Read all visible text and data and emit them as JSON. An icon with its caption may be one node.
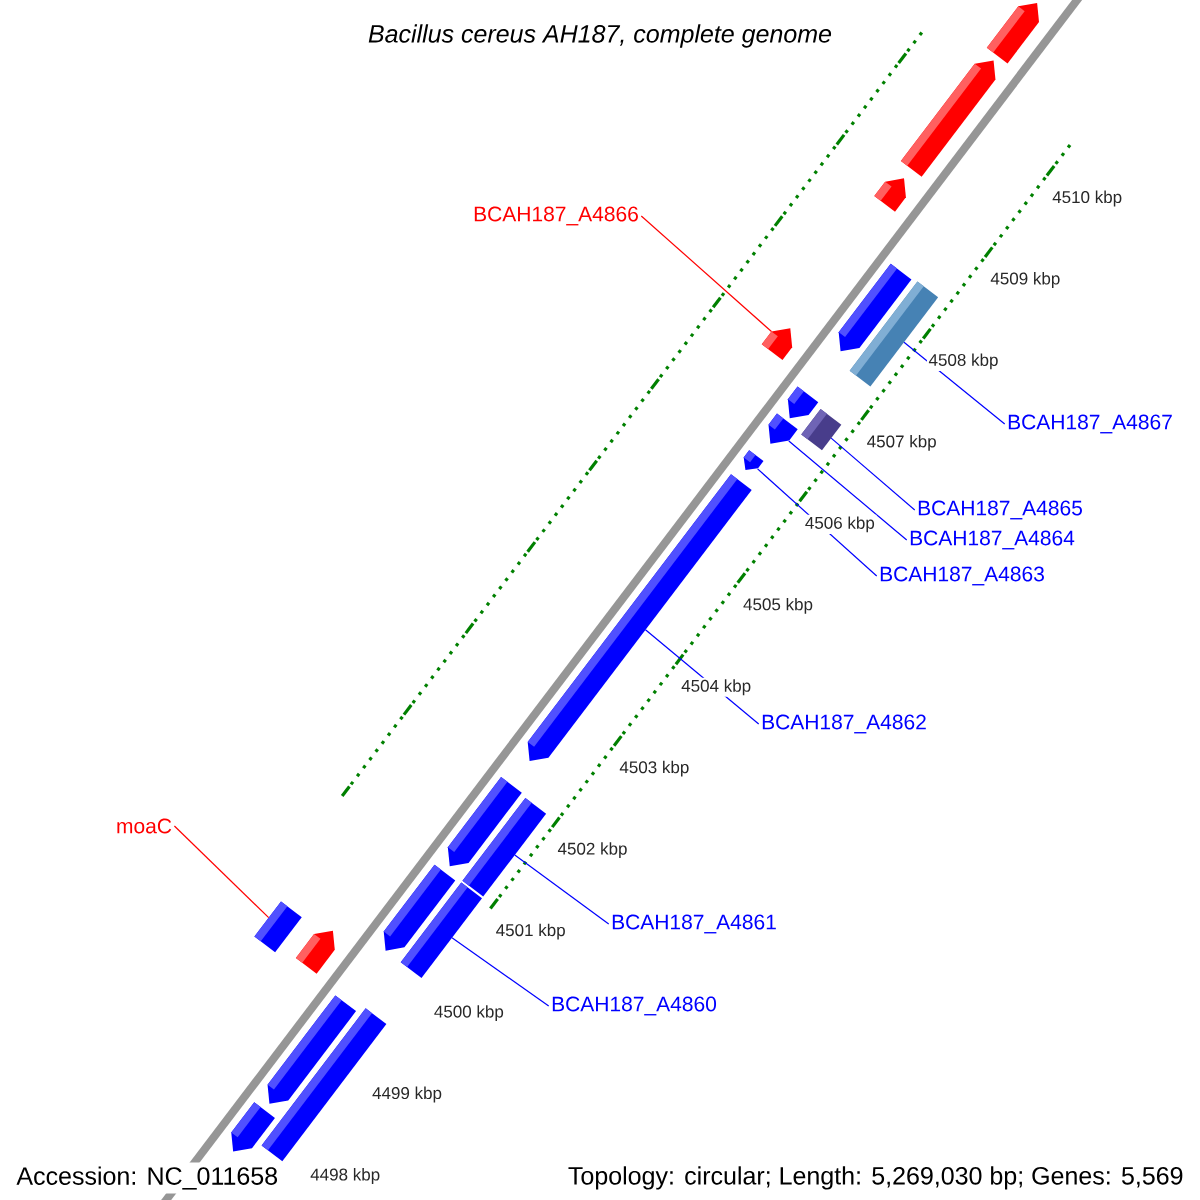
{
  "diagram": {
    "title": "Bacillus cereus AH187, complete genome",
    "nodes": [
      {
        "text": [
          "BCAH187_A4866"
        ]
      },
      {
        "text": [],
        "shape": "arrow"
      },
      {
        "text": [
          "BCAH187_A4867"
        ]
      },
      {
        "text": [],
        "shape": "box"
      },
      {
        "text": [
          "BCAH187_A4865"
        ]
      },
      {
        "text": [],
        "shape": "box"
      },
      {
        "text": [
          "BCAH187_A4864"
        ]
      },
      {
        "text": [],
        "shape": "arrow"
      },
      {
        "text": [
          "BCAH187_A4863"
        ]
      },
      {
        "text": [],
        "shape": "arrow"
      },
      {
        "text": [
          "BCAH187_A4862"
        ]
      },
      {
        "text": [],
        "shape": "arrow"
      },
      {
        "text": [
          "BCAH187_A4861"
        ]
      },
      {
        "text": [],
        "shape": "box"
      },
      {
        "text": [
          "BCAH187_A4860"
        ]
      },
      {
        "text": [],
        "shape": "box"
      },
      {
        "text": [
          "moaC"
        ]
      },
      {
        "text": [],
        "shape": "box"
      },
      {
        "text": [],
        "shape": "arrow"
      },
      {
        "text": [],
        "shape": "arrow"
      },
      {
        "text": [],
        "shape": "arrow"
      },
      {
        "text": [],
        "shape": "arrow"
      },
      {
        "text": [],
        "shape": "arrow"
      },
      {
        "text": [],
        "shape": "arrow"
      },
      {
        "text": [],
        "shape": "arrow"
      },
      {
        "text": [],
        "shape": "arrow"
      },
      {
        "text": [],
        "shape": "arrow"
      },
      {
        "text": [],
        "shape": "box"
      },
      {
        "text": [],
        "shape": "arrow"
      }
    ],
    "edges": [
      {
        "from": 0,
        "to": 1,
        "arrow": "none",
        "color": "#ff0000"
      },
      {
        "from": 2,
        "to": 3,
        "arrow": "none"
      },
      {
        "from": 4,
        "to": 5,
        "arrow": "none"
      },
      {
        "from": 6,
        "to": 7,
        "arrow": "none"
      },
      {
        "from": 8,
        "to": 9,
        "arrow": "none"
      },
      {
        "from": 10,
        "to": 11,
        "arrow": "none"
      },
      {
        "from": 12,
        "to": 13,
        "arrow": "none"
      },
      {
        "from": 14,
        "to": 15,
        "arrow": "none"
      },
      {
        "from": 16,
        "to": 17,
        "arrow": "none",
        "color": "#ff0000"
      }
    ],
    "labels": [
      "4510 kbp",
      "4509 kbp",
      "4508 kbp",
      "4507 kbp",
      "4506 kbp",
      "4505 kbp",
      "4504 kbp",
      "4503 kbp",
      "4502 kbp",
      "4501 kbp",
      "4500 kbp",
      "4499 kbp",
      "4498 kbp",
      "Accession: NC_011658",
      "Topology: circular; Length: 5,269,030 bp; Genes: 5,569"
    ]
  }
}
